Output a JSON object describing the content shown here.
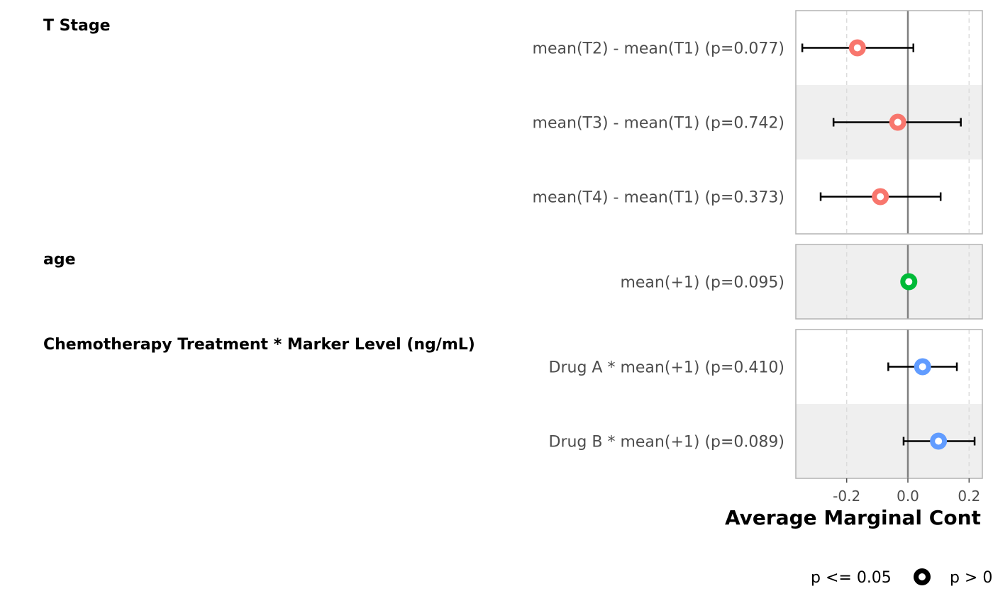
{
  "chart_data": {
    "type": "forest",
    "xlabel": "Average Marginal Cont",
    "xlim": [
      -0.37,
      0.24
    ],
    "x_ticks": [
      -0.2,
      0.0,
      0.2
    ],
    "x_tick_labels": [
      "-0.2",
      "0.0",
      "0.2"
    ],
    "reference_line": 0,
    "grid": "dashed vertical at ticks",
    "facets": [
      {
        "title": "T Stage",
        "color": "#F8766D",
        "rows": [
          {
            "label": "mean(T2) - mean(T1) (p=0.077)",
            "estimate": -0.165,
            "low": -0.345,
            "high": 0.018,
            "p": 0.077
          },
          {
            "label": "mean(T3) - mean(T1) (p=0.742)",
            "estimate": -0.033,
            "low": -0.243,
            "high": 0.173,
            "p": 0.742
          },
          {
            "label": "mean(T4) - mean(T1) (p=0.373)",
            "estimate": -0.09,
            "low": -0.285,
            "high": 0.107,
            "p": 0.373
          }
        ]
      },
      {
        "title": "age",
        "color": "#00BA38",
        "rows": [
          {
            "label": "mean(+1) (p=0.095)",
            "estimate": 0.003,
            "low": -0.001,
            "high": 0.007,
            "p": 0.095
          }
        ]
      },
      {
        "title": "Chemotherapy Treatment * Marker Level (ng/mL)",
        "color": "#619CFF",
        "rows": [
          {
            "label": "Drug A * mean(+1) (p=0.410)",
            "estimate": 0.048,
            "low": -0.064,
            "high": 0.16,
            "p": 0.41
          },
          {
            "label": "Drug B * mean(+1) (p=0.089)",
            "estimate": 0.1,
            "low": -0.014,
            "high": 0.218,
            "p": 0.089
          }
        ]
      }
    ],
    "legend": {
      "position": "bottom",
      "items": [
        {
          "label": "p <= 0.05",
          "marker": "filled"
        },
        {
          "label": "p > 0",
          "marker": "hollow"
        }
      ]
    }
  }
}
